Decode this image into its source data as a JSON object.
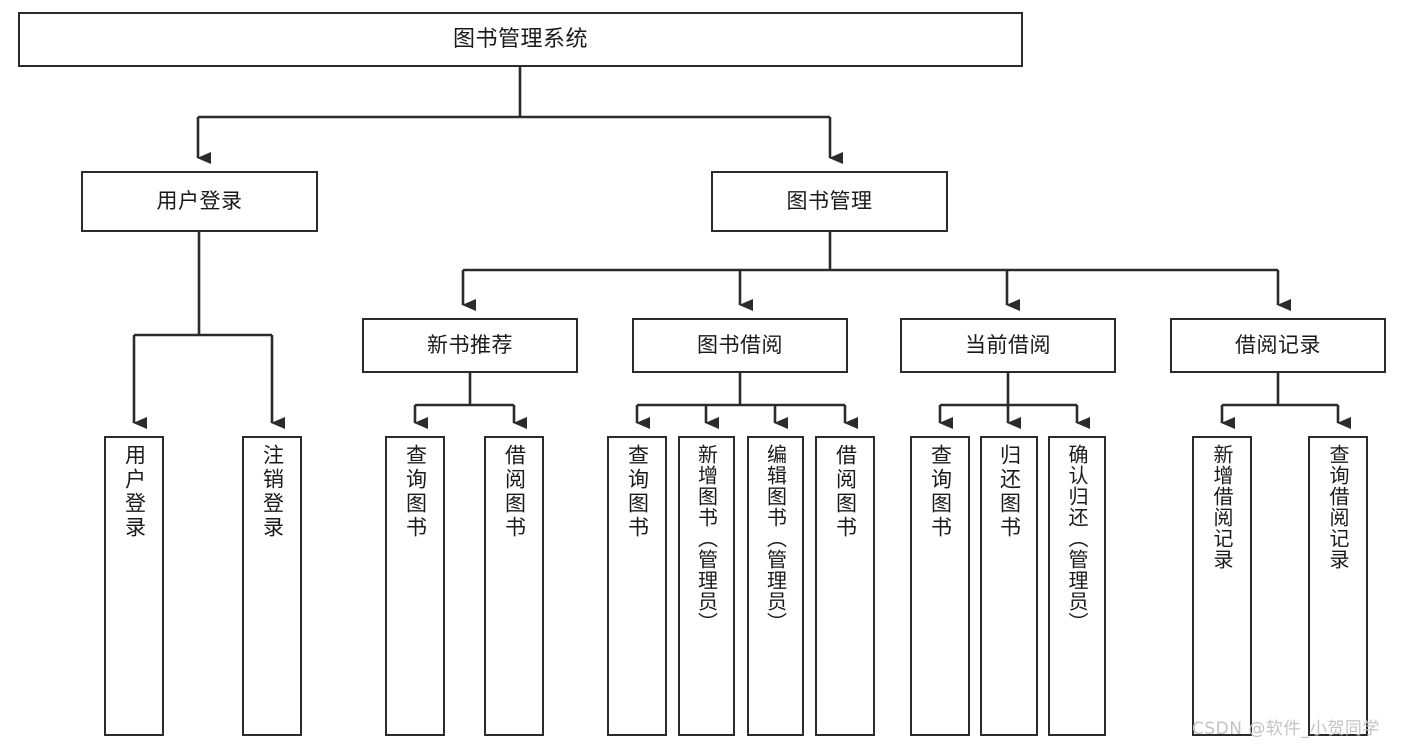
{
  "diagram": {
    "type": "tree-hierarchy",
    "title": "图书管理系统",
    "background_color": "#ffffff",
    "line_color": "#2b2b2b",
    "text_color": "#1a1a1a",
    "orientation": "top-down"
  },
  "nodes": {
    "root": {
      "label": "图书管理系统",
      "level": 1
    },
    "user_login": {
      "label": "用户登录",
      "level": 2
    },
    "book_manage": {
      "label": "图书管理",
      "level": 2
    },
    "new_book_rec": {
      "label": "新书推荐",
      "level": 3
    },
    "book_borrow": {
      "label": "图书借阅",
      "level": 3
    },
    "current_borrow": {
      "label": "当前借阅",
      "level": 3
    },
    "borrow_record": {
      "label": "借阅记录",
      "level": 3
    },
    "leaf_user_login": {
      "label": "用户登录",
      "level": 4
    },
    "leaf_logout": {
      "label": "注销登录",
      "level": 4
    },
    "leaf_query_book_1": {
      "label": "查询图书",
      "level": 4
    },
    "leaf_borrow_book_1": {
      "label": "借阅图书",
      "level": 4
    },
    "leaf_query_book_2": {
      "label": "查询图书",
      "level": 4
    },
    "leaf_add_book": {
      "label": "新增图书（管理员）",
      "level": 4
    },
    "leaf_edit_book": {
      "label": "编辑图书（管理员）",
      "level": 4
    },
    "leaf_borrow_book_2": {
      "label": "借阅图书",
      "level": 4
    },
    "leaf_query_book_3": {
      "label": "查询图书",
      "level": 4
    },
    "leaf_return_book": {
      "label": "归还图书",
      "level": 4
    },
    "leaf_confirm_return": {
      "label": "确认归还（管理员）",
      "level": 4
    },
    "leaf_add_record": {
      "label": "新增借阅记录",
      "level": 4
    },
    "leaf_query_record": {
      "label": "查询借阅记录",
      "level": 4
    }
  },
  "watermark": {
    "text": "CSDN @软件_小贺同学",
    "color": "#c3c3c3"
  }
}
